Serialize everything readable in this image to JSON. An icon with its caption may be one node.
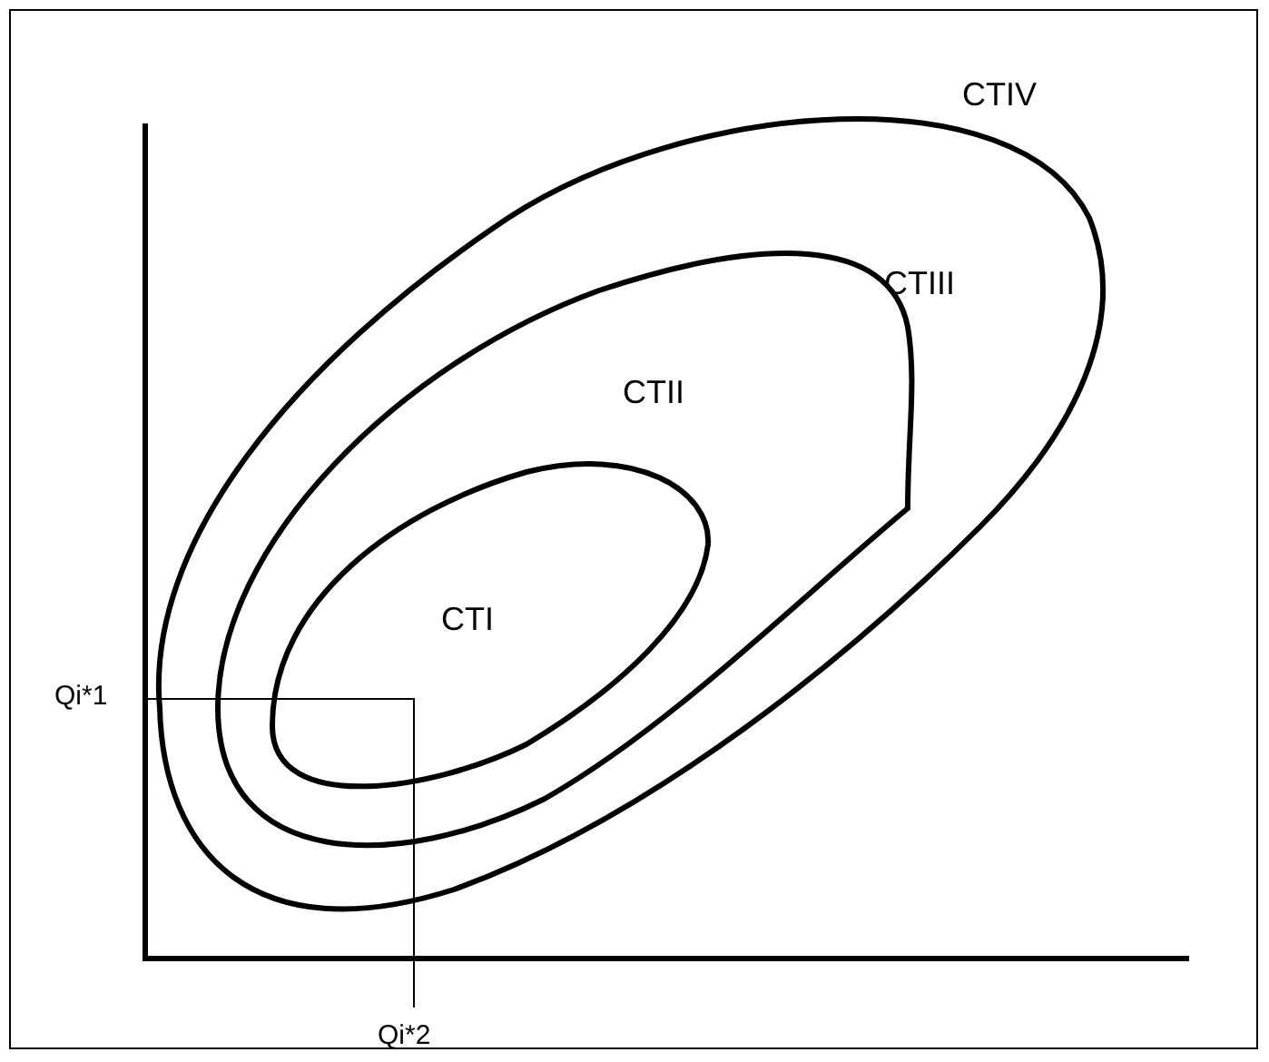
{
  "diagram": {
    "labels": [
      "CTIV",
      "CTIII",
      "CTII",
      "CTI",
      "Qi*1",
      "Qi*2"
    ]
  }
}
